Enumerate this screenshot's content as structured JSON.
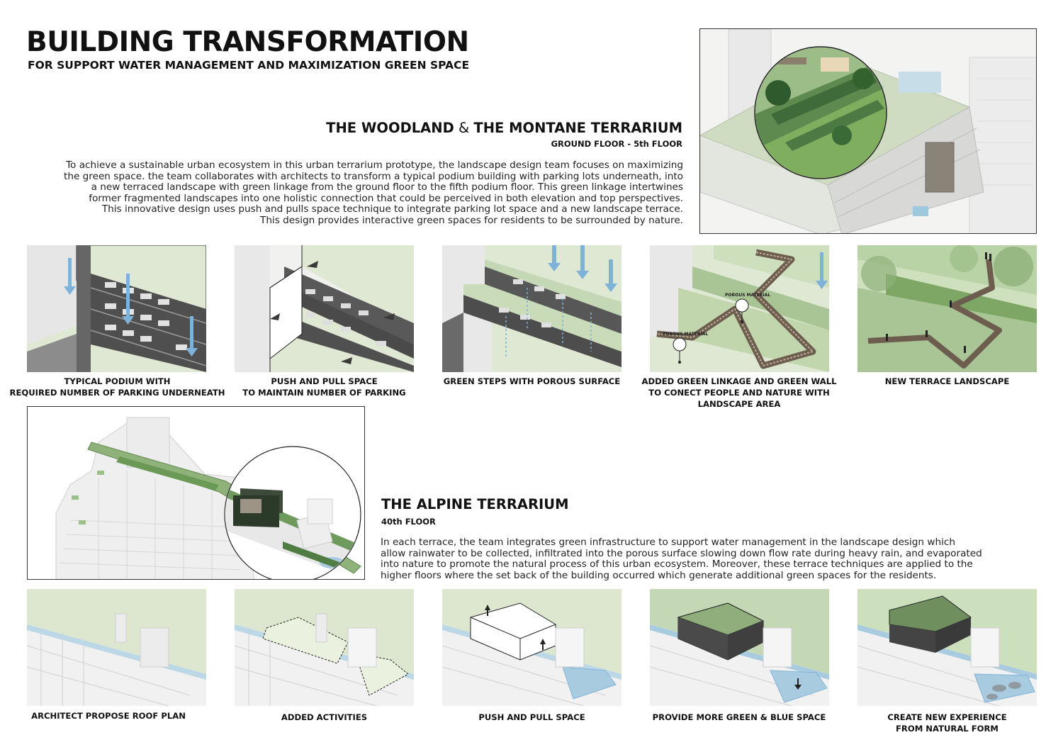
{
  "title": "BUILDING TRANSFORMATION",
  "subtitle": "FOR SUPPORT WATER MANAGEMENT AND MAXIMIZATION GREEN SPACE",
  "woodland": {
    "title_a": "THE WOODLAND",
    "title_amp": " & ",
    "title_b": "THE",
    "title_c": " MONTANE TERRARIUM",
    "floors": "GROUND FLOOR - 5th FLOOR",
    "paragraph": [
      "To achieve a sustainable urban ecosystem in this urban terrarium prototype, the landscape design team focuses on maximizing",
      "the green space. the team collaborates with architects to transform a typical podium building with parking lots underneath, into",
      "a new terraced landscape with green linkage from the ground floor to the fifth podium floor. This green  linkage intertwines",
      "former fragmented landscapes into one holistic connection that could be perceived in both elevation and top perspectives.",
      "This innovative design uses push and pulls space technique to integrate parking lot space and a new landscape terrace.",
      "This design provides interactive green spaces for residents to be surrounded by nature."
    ],
    "steps": [
      {
        "caption": [
          "TYPICAL PODIUM WITH",
          "REQUIRED NUMBER OF PARKING UNDERNEATH"
        ]
      },
      {
        "caption": [
          "PUSH AND PULL SPACE",
          "TO MAINTAIN NUMBER OF PARKING"
        ]
      },
      {
        "caption": [
          "GREEN STEPS WITH POROUS SURFACE"
        ]
      },
      {
        "caption": [
          "ADDED GREEN LINKAGE AND GREEN WALL",
          "TO CONECT PEOPLE AND NATURE WITH",
          "LANDSCAPE AREA"
        ]
      },
      {
        "caption": [
          "NEW TERRACE LANDSCAPE"
        ]
      }
    ],
    "porous_labels": [
      "POROUS MATERIAL",
      "POROUS MATERIAL"
    ]
  },
  "alpine": {
    "title": "THE ALPINE TERRARIUM",
    "floors": "40th FLOOR",
    "paragraph": [
      "In each terrace, the team integrates green infrastructure to support water management in the landscape design which",
      "allow rainwater to be collected, infiltrated into the porous surface slowing down flow rate during heavy rain, and evaporated",
      "into nature to promote the natural process of this urban ecosystem. Moreover, these terrace techniques are applied to the",
      "higher floors where the set back of the building occurred which generate additional green spaces for the residents."
    ],
    "steps": [
      {
        "caption": [
          "ARCHITECT PROPOSE ROOF PLAN"
        ]
      },
      {
        "caption": [
          "ADDED ACTIVITIES"
        ]
      },
      {
        "caption": [
          "PUSH AND PULL SPACE"
        ]
      },
      {
        "caption": [
          "PROVIDE MORE GREEN & BLUE SPACE"
        ]
      },
      {
        "caption": [
          "CREATE NEW EXPERIENCE",
          "FROM NATURAL FORM"
        ]
      }
    ]
  },
  "colors": {
    "green_light": "#dfe8d3",
    "green_mid": "#8fae7c",
    "green_dark": "#3f6b3a",
    "water": "#a9cbe0",
    "arrow_blue": "#7fb2d9",
    "building_grey": "#e6e6e6",
    "dark_grey": "#5a5a5a"
  }
}
